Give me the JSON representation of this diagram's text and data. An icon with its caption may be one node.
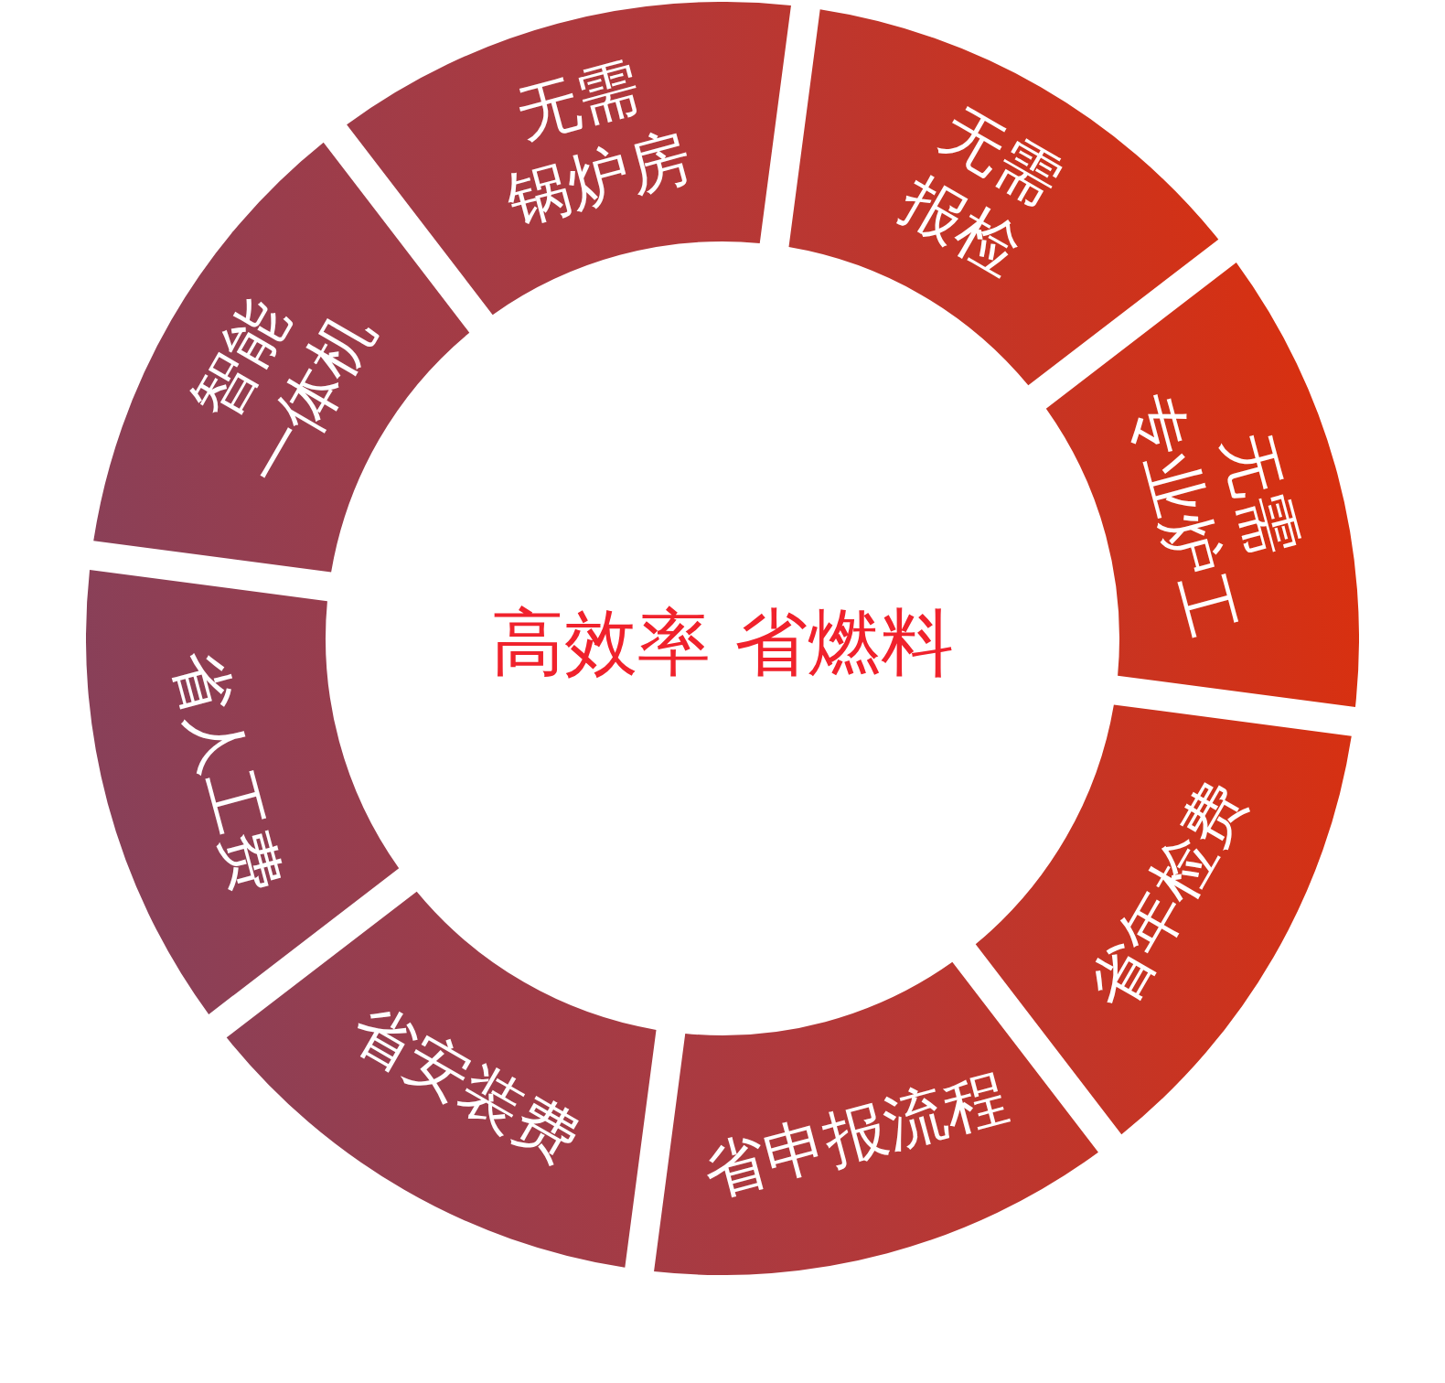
{
  "diagram": {
    "title": "高效率 省燃料",
    "nodes": [
      {
        "text": [
          "无需锅炉房"
        ]
      },
      {
        "text": [
          "无需报检"
        ]
      },
      {
        "text": [
          "无需专业炉工"
        ]
      },
      {
        "text": [
          "省年检费"
        ]
      },
      {
        "text": [
          "省申报流程"
        ]
      },
      {
        "text": [
          "省安装费"
        ]
      },
      {
        "text": [
          "省人工费"
        ]
      },
      {
        "text": [
          "智能一体机"
        ]
      }
    ]
  }
}
